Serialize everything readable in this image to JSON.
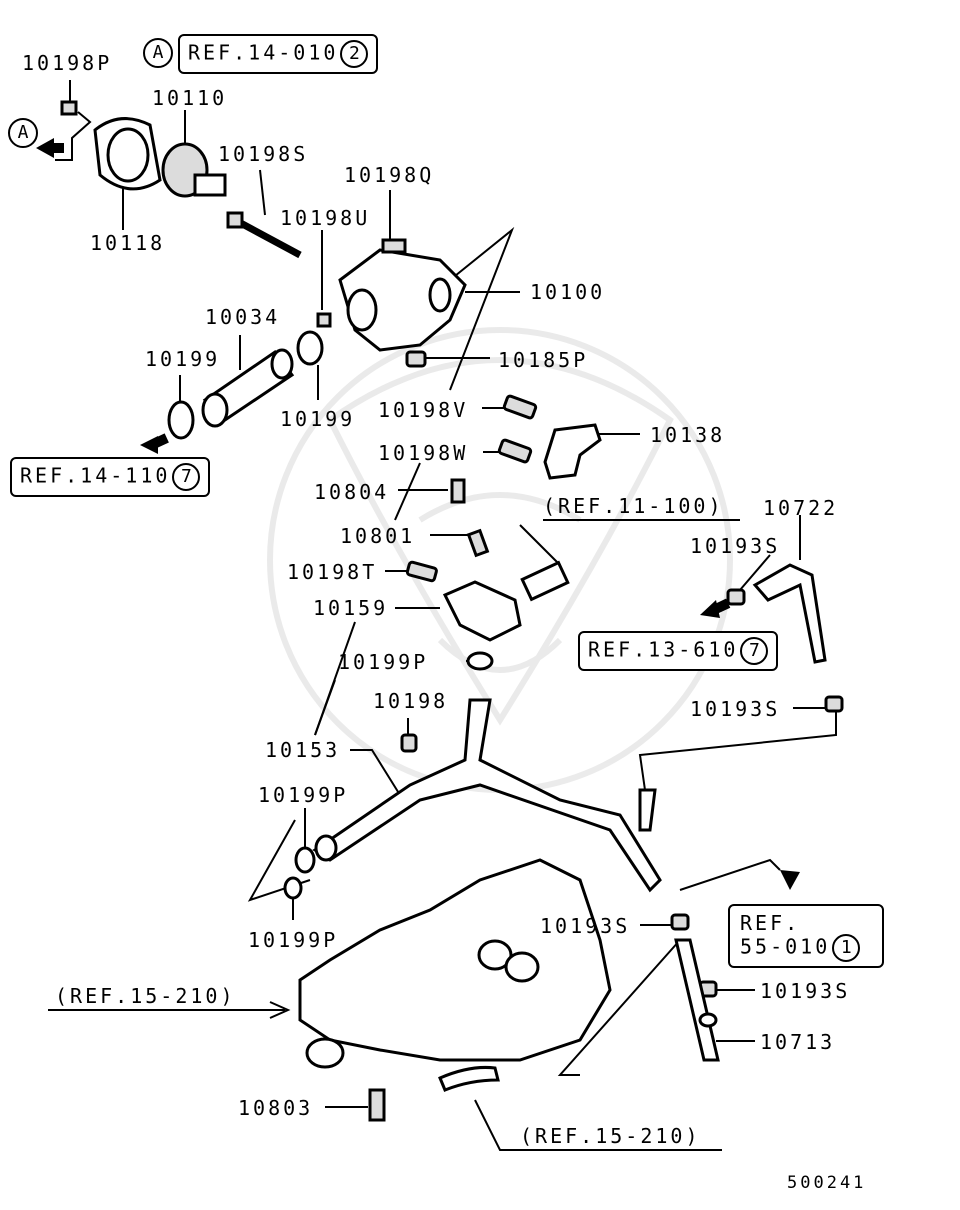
{
  "callouts": {
    "a_top": "A",
    "a_left": "A"
  },
  "refs": {
    "top": {
      "text": "REF.14-010",
      "num": "2"
    },
    "left": {
      "text": "REF.14-110",
      "num": "7"
    },
    "mid_right": {
      "text": "REF.13-610",
      "num": "7"
    },
    "lower_right_line1": "REF.",
    "lower_right_line2": "55-010",
    "lower_right_num": "1",
    "paren_11": "(REF.11-100)",
    "paren_15_left": "(REF.15-210)",
    "paren_15_bottom": "(REF.15-210)"
  },
  "labels": {
    "p10198P_top": "10198P",
    "p10110": "10110",
    "p10198S": "10198S",
    "p10118": "10118",
    "p10198Q": "10198Q",
    "p10198U": "10198U",
    "p10100": "10100",
    "p10034": "10034",
    "p10199_a": "10199",
    "p10185P": "10185P",
    "p10199_b": "10199",
    "p10198V": "10198V",
    "p10138": "10138",
    "p10198W": "10198W",
    "p10804": "10804",
    "p10722": "10722",
    "p10801": "10801",
    "p10193S_a": "10193S",
    "p10198T": "10198T",
    "p10159": "10159",
    "p10199P_a": "10199P",
    "p10198": "10198",
    "p10193S_b": "10193S",
    "p10153": "10153",
    "p10199P_b": "10199P",
    "p10193S_c": "10193S",
    "p10199P_c": "10199P",
    "p10193S_d": "10193S",
    "p10713": "10713",
    "p10803": "10803"
  },
  "diagram_id": "500241"
}
